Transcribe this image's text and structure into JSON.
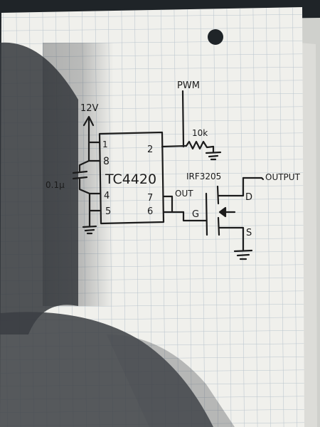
{
  "labels": {
    "supply": "12V",
    "pwm": "PWM",
    "resistor": "10k",
    "capacitor": "0.1µ",
    "chip": "TC4420",
    "mosfet": "IRF3205",
    "output": "OUTPUT",
    "driver_out": "OUT",
    "gate": "G",
    "drain": "D",
    "source": "S"
  },
  "pins": {
    "p1": "1",
    "p8": "8",
    "p2": "2",
    "p4": "4",
    "p5": "5",
    "p7": "7",
    "p6": "6"
  },
  "colors": {
    "paper": "#f0f0ec",
    "grid": "#b8c2cb",
    "ink": "#1b1b1b",
    "background": "#1f2428",
    "shadow": "#3a3d42"
  }
}
